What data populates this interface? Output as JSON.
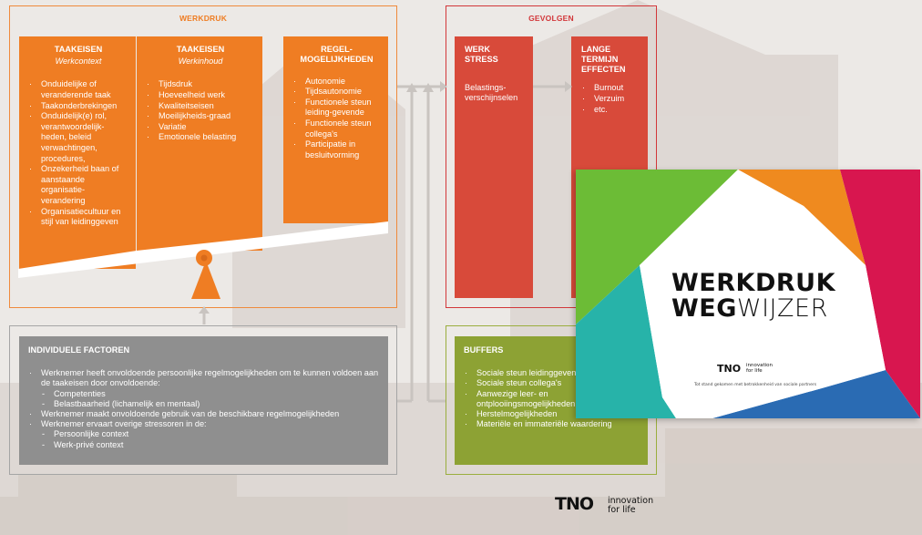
{
  "werkdruk": {
    "title": "WERKDRUK",
    "col1": {
      "title": "TAAKEISEN",
      "subtitle": "Werkcontext",
      "items": [
        "Onduidelijke of veranderende taak",
        "Taakonderbrekingen",
        "Onduidelijk(e) rol, verantwoordelijk-heden, beleid verwachtingen, procedures,",
        "Onzekerheid baan of aanstaande organisatie-verandering",
        "Organisatiecultuur en stijl van leidinggeven"
      ]
    },
    "col2": {
      "title": "TAAKEISEN",
      "subtitle": "Werkinhoud",
      "items": [
        "Tijdsdruk",
        "Hoeveelheid werk",
        "Kwaliteitseisen",
        "Moeilijkheids-graad",
        "Variatie",
        "Emotionele belasting"
      ]
    },
    "col3": {
      "title_line1": "REGEL-",
      "title_line2": "MOGELIJKHEDEN",
      "items": [
        "Autonomie",
        "Tijdsautonomie",
        "Functionele steun leiding-gevende",
        "Functionele steun collega's",
        "Participatie in besluitvorming"
      ]
    }
  },
  "gevolgen": {
    "title": "GEVOLGEN",
    "col1": {
      "title_line1": "WERK",
      "title_line2": "STRESS",
      "text": "Belastings-verschijnselen"
    },
    "col2": {
      "title_line1": "LANGE",
      "title_line2": "TERMIJN",
      "title_line3": "EFFECTEN",
      "items": [
        "Burnout",
        "Verzuim",
        "etc."
      ]
    }
  },
  "individuele": {
    "title": "INDIVIDUELE FACTOREN",
    "items": [
      {
        "text": "Werknemer heeft onvoldoende persoonlijke regelmogelijkheden om te kunnen voldoen aan de taakeisen door onvoldoende:",
        "sub": [
          "Competenties",
          "Belastbaarheid (lichamelijk en mentaal)"
        ]
      },
      {
        "text": "Werknemer maakt onvoldoende gebruik van de beschikbare regelmogelijkheden",
        "sub": []
      },
      {
        "text": "Werknemer ervaart overige stressoren in de:",
        "sub": [
          "Persoonlijke context",
          "Werk-privé context"
        ]
      }
    ]
  },
  "buffers": {
    "title": "BUFFERS",
    "items": [
      "Sociale steun leidinggevende",
      "Sociale steun collega's",
      "Aanwezige leer- en ontplooiingsmogelijkheden",
      "Herstelmogelijkheden",
      "Materiële en immateriële waardering"
    ]
  },
  "cover": {
    "title_line1": "WERKDRUK",
    "title_bold": "WEG",
    "title_light": "WIJZER",
    "tno": "TNO",
    "tno_tag_line1": "innovation",
    "tno_tag_line2": "for life",
    "footer": "Tot stand gekomen met betrokkenheid van sociale partners"
  },
  "footer_logo": {
    "tno": "TNO",
    "tag_line1": "innovation",
    "tag_line2": "for life"
  },
  "colors": {
    "orange": "#ef7d23",
    "orange_frame": "#ef8a3c",
    "red": "#d84a3a",
    "red_frame": "#d2373a",
    "grey": "#8f8f8f",
    "green": "#8da234",
    "green_cover": "#6cbc36",
    "teal_cover": "#27b3a9",
    "blue_cover": "#2a6bb3",
    "magenta_cover": "#d8164f",
    "amber_cover": "#ef8a1f"
  }
}
